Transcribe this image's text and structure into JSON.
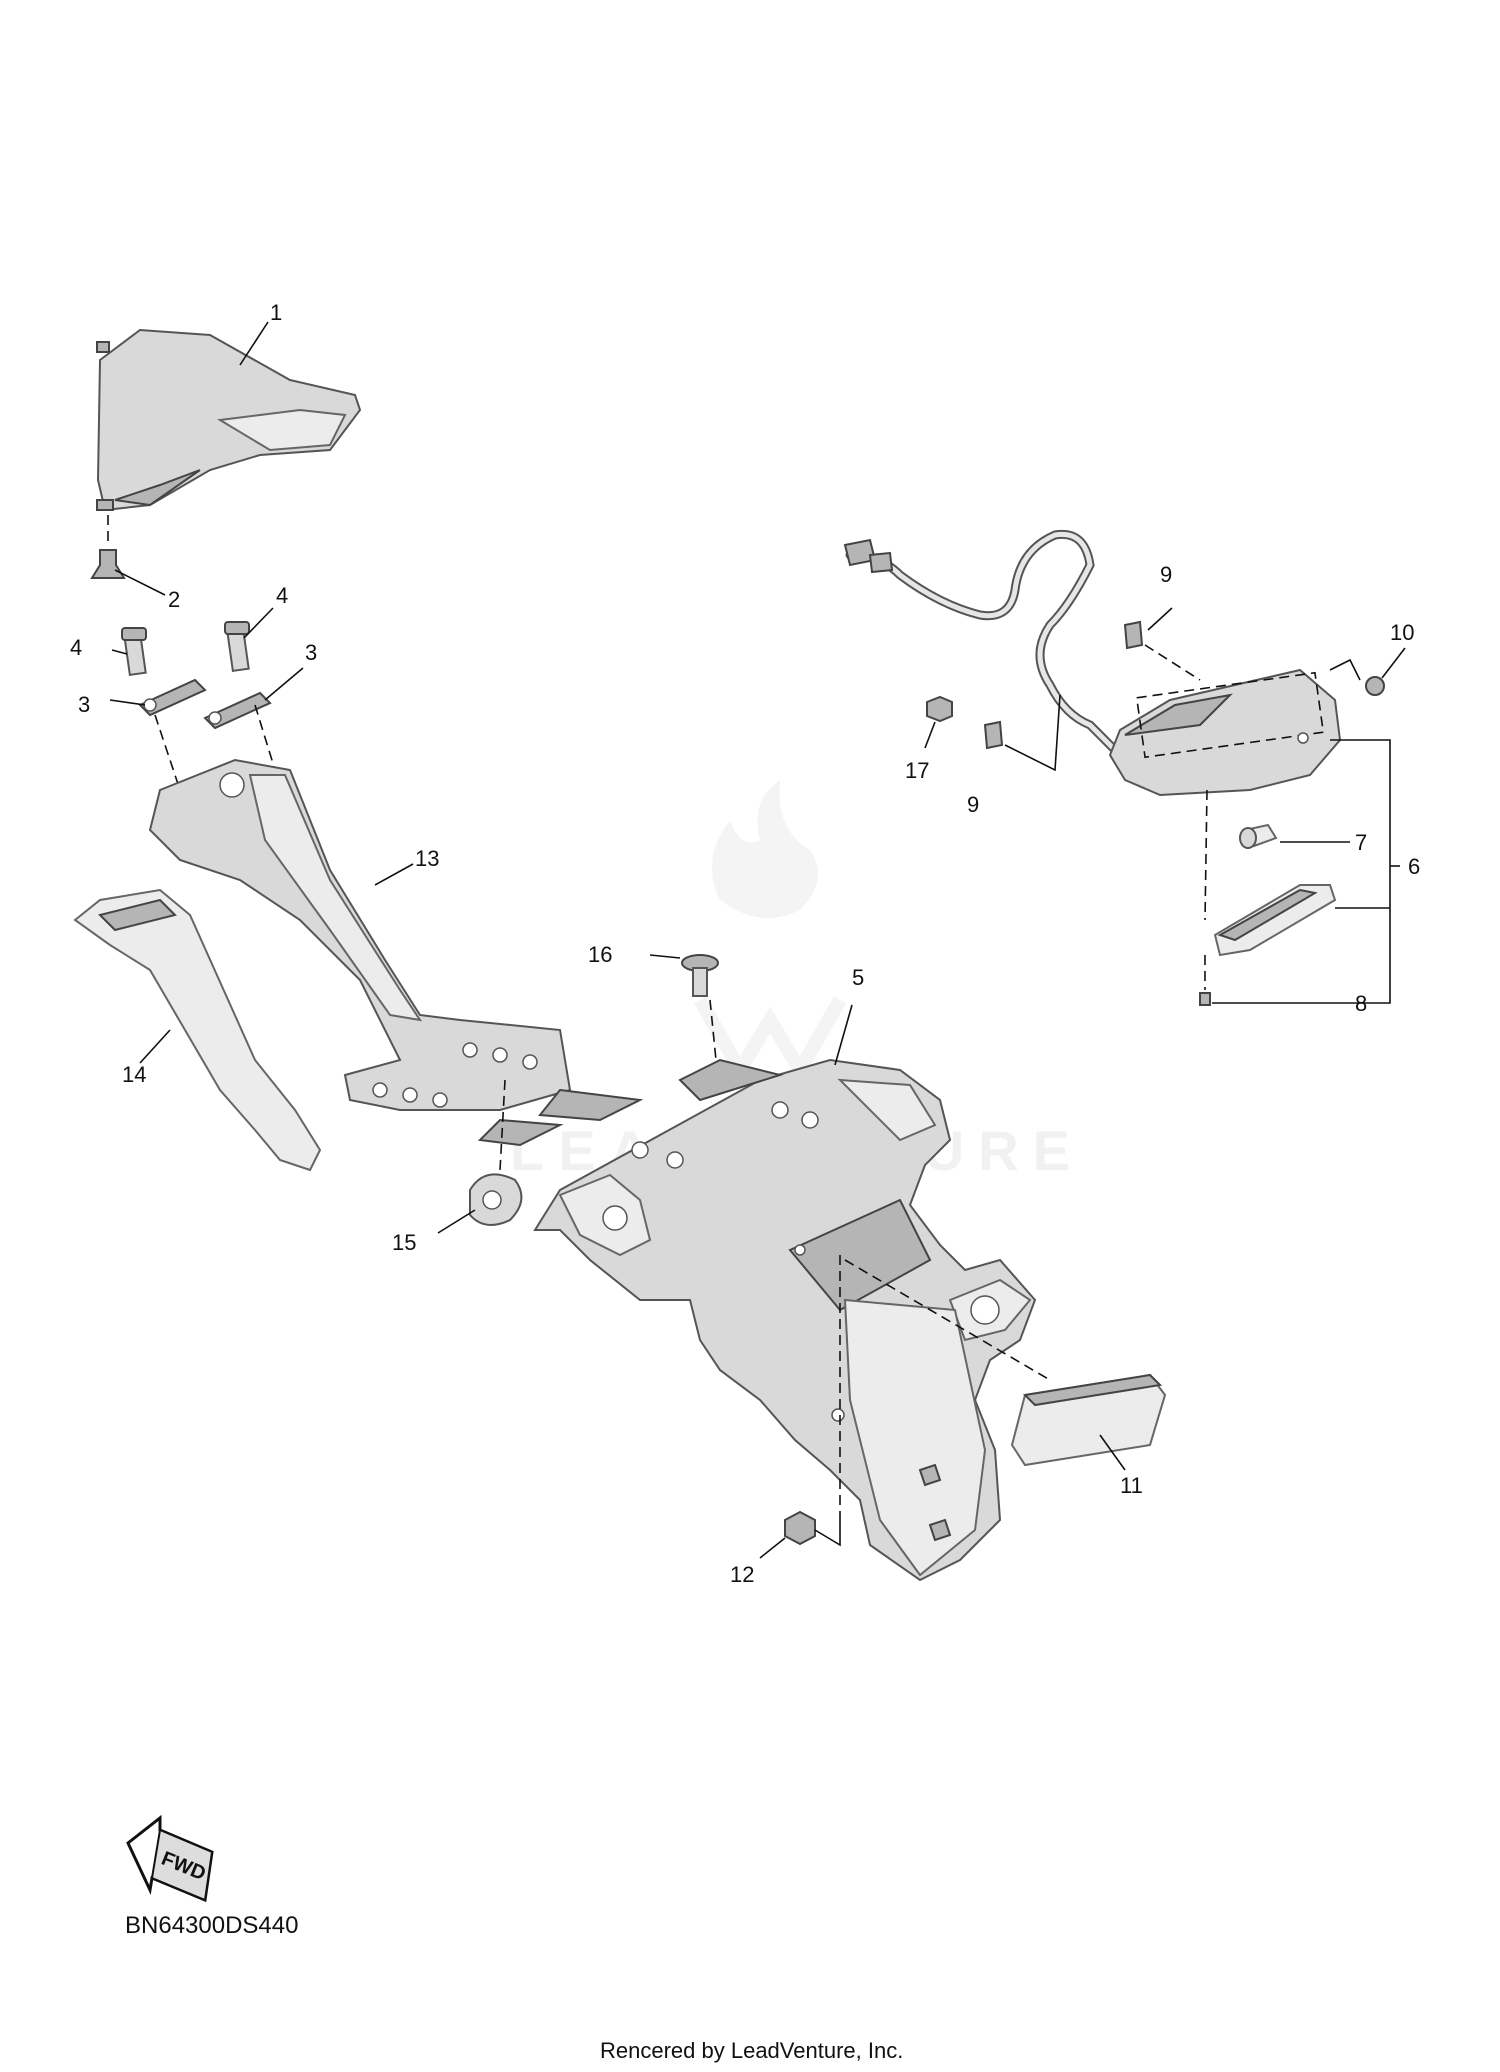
{
  "callouts": {
    "c1": "1",
    "c2": "2",
    "c3a": "3",
    "c3b": "3",
    "c4a": "4",
    "c4b": "4",
    "c5": "5",
    "c6": "6",
    "c7": "7",
    "c8": "8",
    "c9a": "9",
    "c9b": "9",
    "c10": "10",
    "c11": "11",
    "c12": "12",
    "c13": "13",
    "c14": "14",
    "c15": "15",
    "c16": "16",
    "c17": "17"
  },
  "fwd_label": "FWD",
  "diagram_code": "BN64300DS440",
  "footer": "Rencered by LeadVenture, Inc.",
  "colors": {
    "part": "#d9d9d9",
    "outline": "#555555",
    "text": "#111111"
  }
}
